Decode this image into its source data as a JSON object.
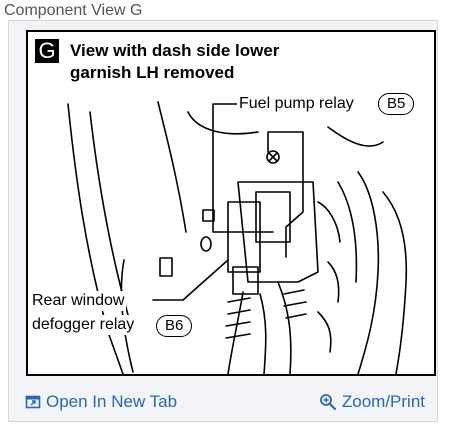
{
  "caption": "Component View G",
  "figure": {
    "badge": "G",
    "title_line1": "View with dash side lower",
    "title_line2": "garnish LH removed",
    "fuel_label": "Fuel pump relay",
    "fuel_ref": "B5",
    "rear_label_line1": "Rear window",
    "rear_label_line2": "defogger relay",
    "rear_ref": "B6"
  },
  "footer": {
    "open_tab": "Open In New Tab",
    "zoom_print": "Zoom/Print"
  },
  "colors": {
    "link": "#2c65b0",
    "caption": "#555555",
    "card_bg": "#f2f4f7"
  }
}
